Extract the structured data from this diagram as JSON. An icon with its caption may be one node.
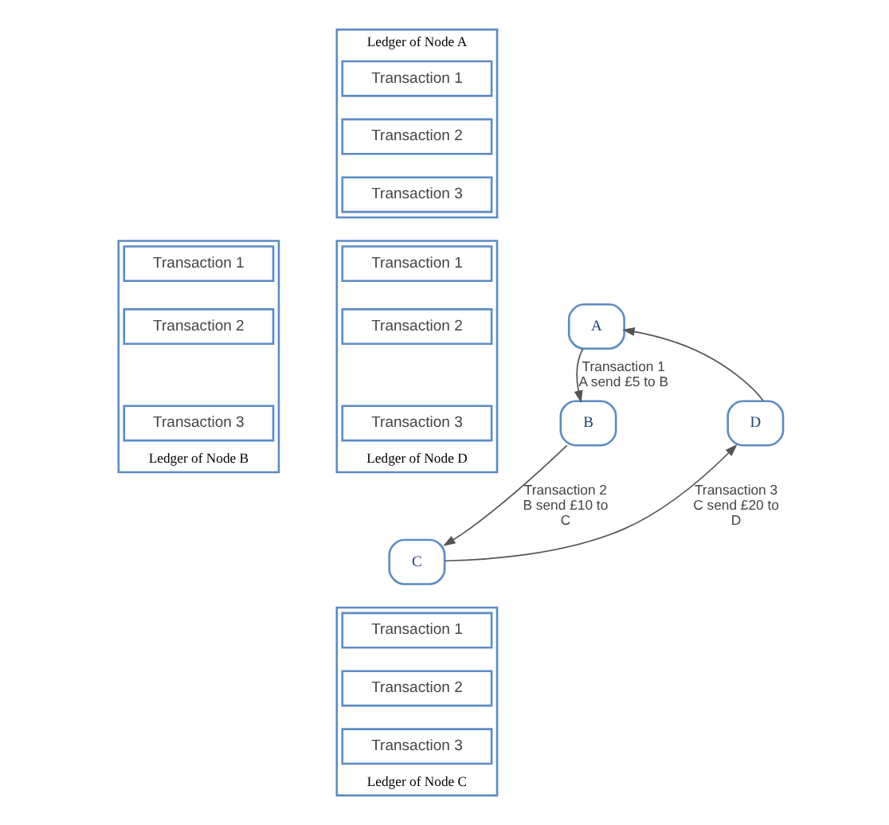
{
  "diagram": {
    "nodes": [
      {
        "text": [
          "Ledger of Node A"
        ]
      },
      {
        "text": [
          "Transaction 1"
        ],
        "in": 0
      },
      {
        "text": [
          "Transaction 2"
        ],
        "in": 0
      },
      {
        "text": [
          "Transaction 3"
        ],
        "in": 0
      },
      {
        "text": [
          "A"
        ]
      },
      {
        "text": [
          "Ledger of Node B"
        ]
      },
      {
        "text": [
          "Transaction 1"
        ],
        "in": 5
      },
      {
        "text": [
          "Transaction 2"
        ],
        "in": 5
      },
      {
        "text": [
          "Transaction 3"
        ],
        "in": 5
      },
      {
        "text": [
          "B"
        ]
      },
      {
        "text": [
          "Ledger of Node D"
        ]
      },
      {
        "text": [
          "Transaction 1"
        ],
        "in": 10
      },
      {
        "text": [
          "Transaction 2"
        ],
        "in": 10
      },
      {
        "text": [
          "Transaction 3"
        ],
        "in": 10
      },
      {
        "text": [
          "D"
        ]
      },
      {
        "text": [
          "C"
        ]
      },
      {
        "text": [
          "Ledger of Node C"
        ]
      },
      {
        "text": [
          "Transaction 1"
        ],
        "in": 16
      },
      {
        "text": [
          "Transaction 2"
        ],
        "in": 16
      },
      {
        "text": [
          "Transaction 3"
        ],
        "in": 16
      }
    ],
    "edges": [
      {
        "from": 4,
        "to": 9,
        "arrow": "to",
        "label": "Transaction 1 A send £5 to B"
      },
      {
        "from": 9,
        "to": 15,
        "arrow": "to",
        "label": "Transaction 2 B send £10 to C"
      },
      {
        "from": 15,
        "to": 14,
        "arrow": "to",
        "label": "Transaction 3 C send £20 to D"
      },
      {
        "from": 14,
        "to": 4,
        "arrow": "to"
      }
    ]
  }
}
